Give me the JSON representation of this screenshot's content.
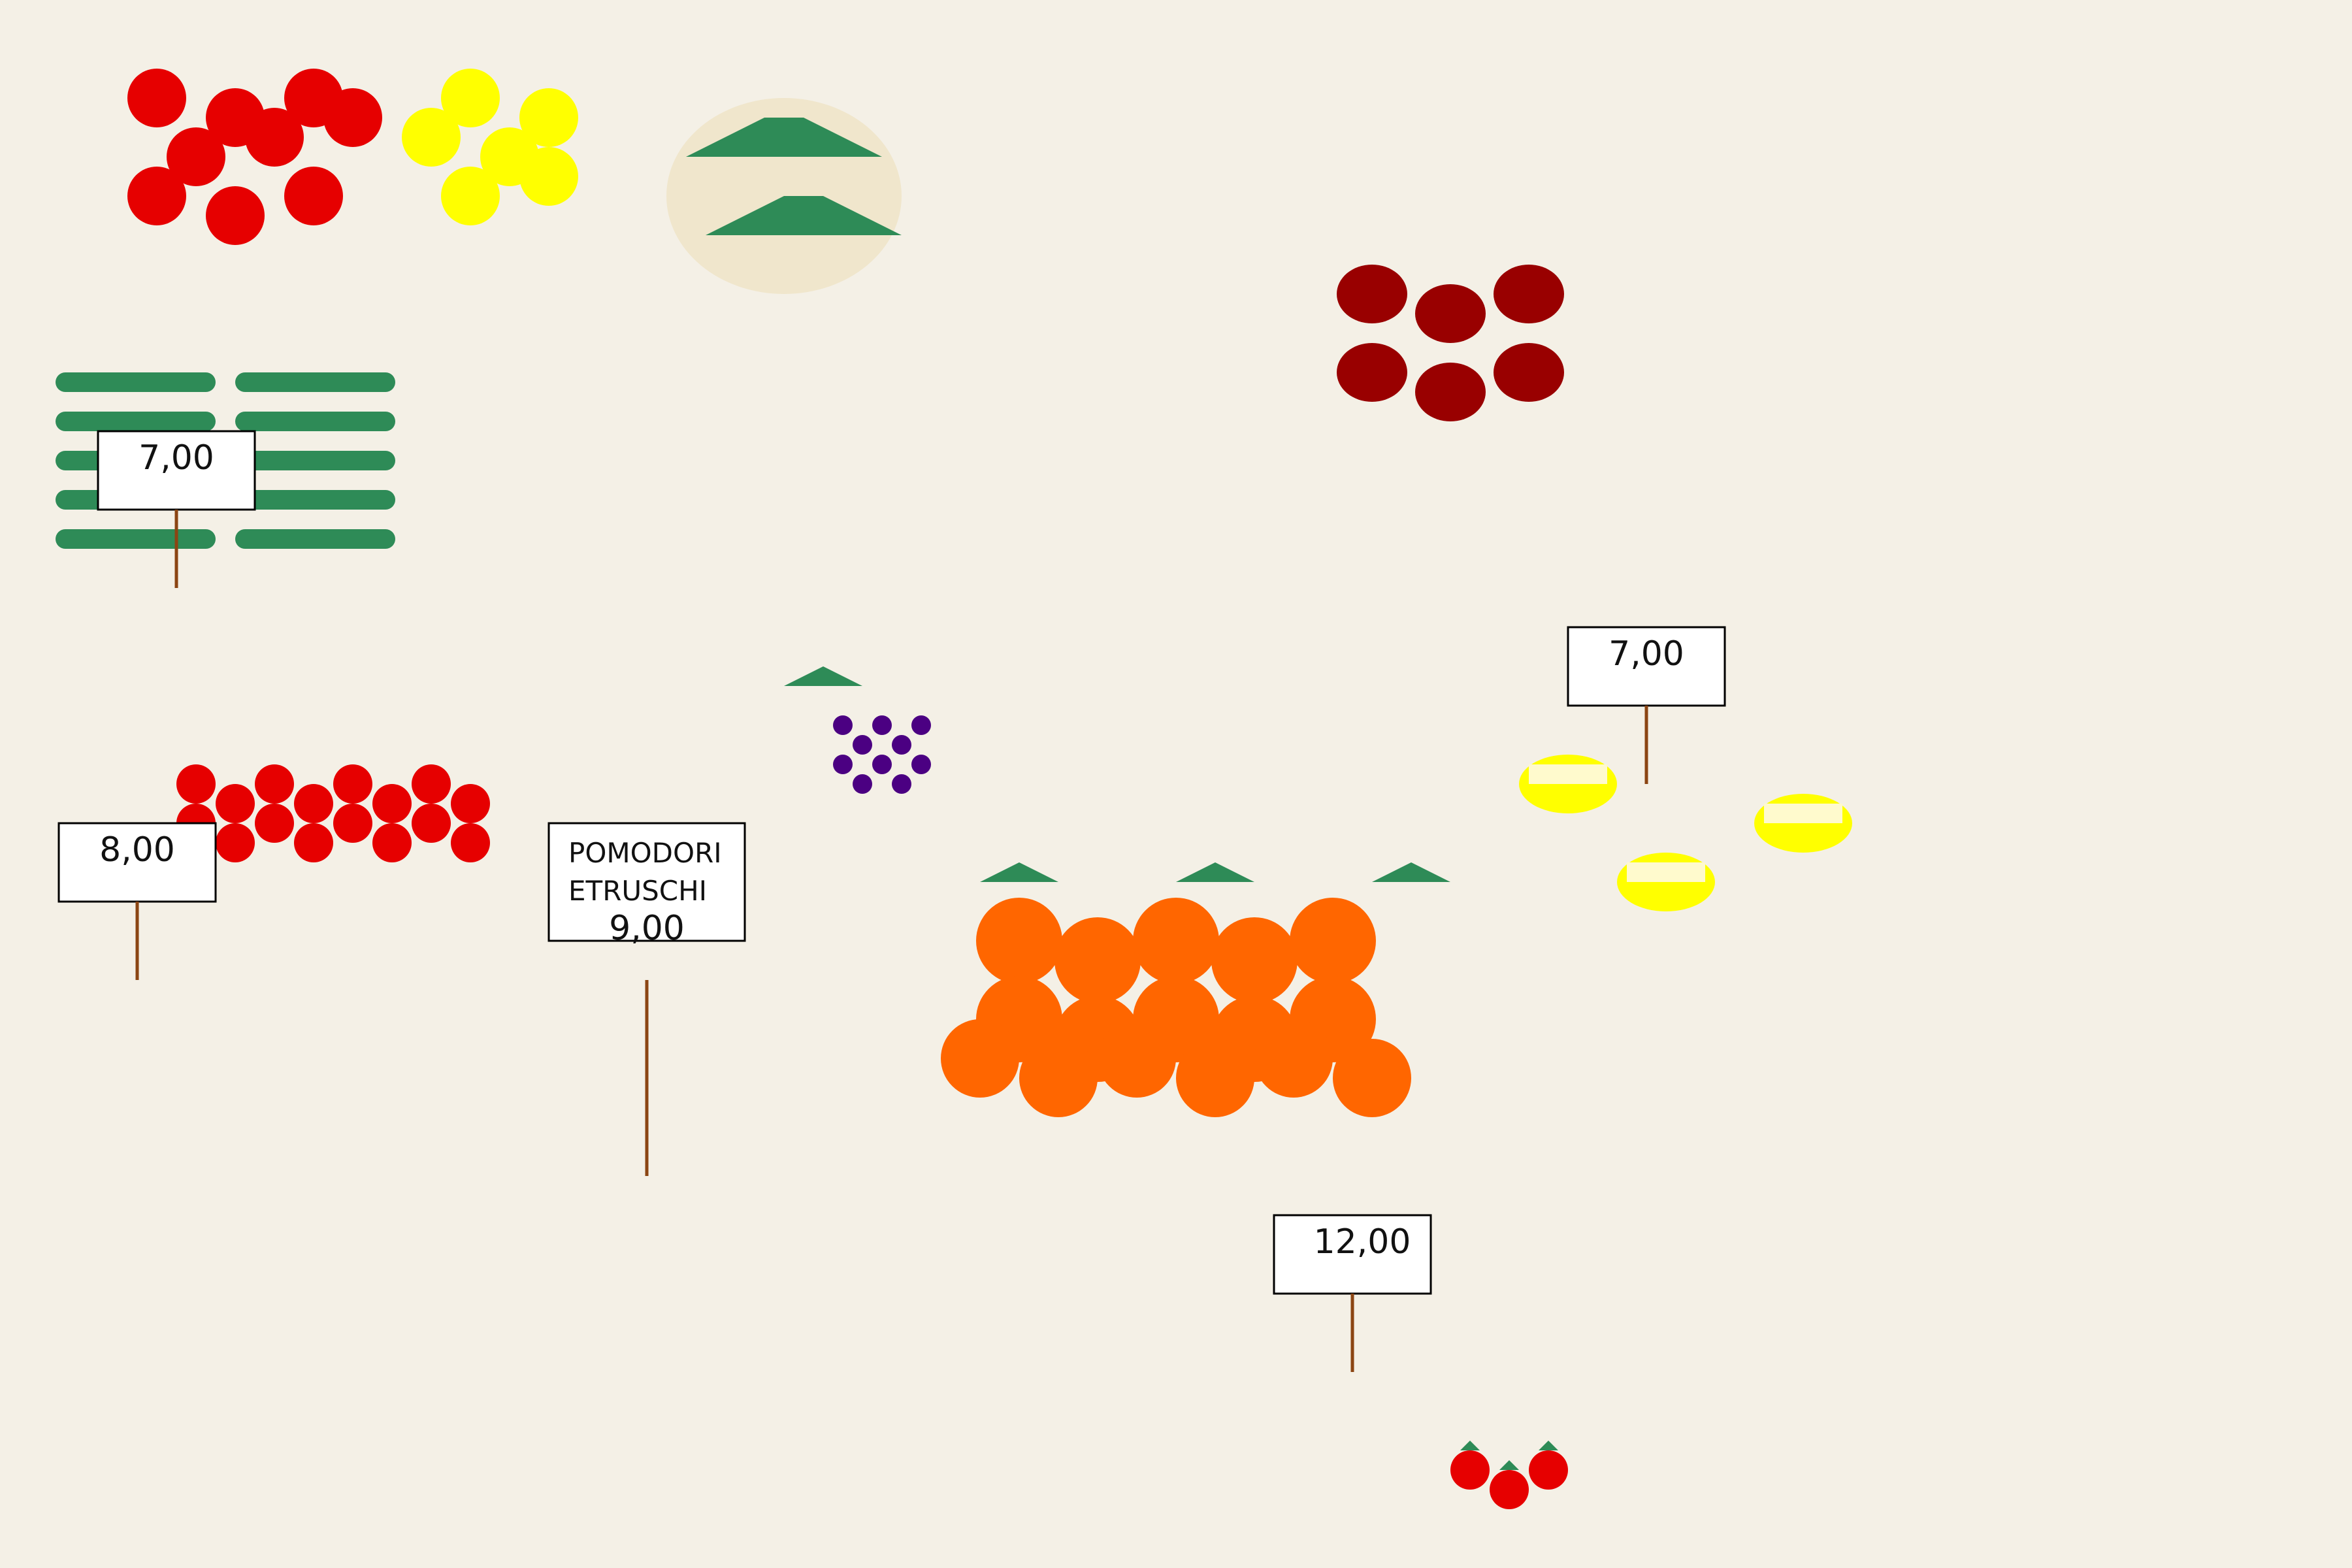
{
  "colors": {
    "background": "#f4f0e6",
    "tomato_red": "#e60000",
    "lemon_yellow": "#ffff00",
    "leaf_green": "#2e8b57",
    "basket_beige": "#f0e6cc",
    "beet_dark_red": "#990000",
    "orange": "#ff6600",
    "grape_purple": "#4b0082",
    "sign_white": "#ffffff",
    "sign_border": "#000000",
    "stake_brown": "#8b4513"
  },
  "signs": {
    "beans": {
      "price": "7,00"
    },
    "tomatoes": {
      "price": "8,00"
    },
    "etruscan": {
      "line1": "POMODORI",
      "line2": "ETRUSCHI",
      "price": "9,00"
    },
    "oranges": {
      "price": "12,00"
    },
    "lemons": {
      "price": "7,00"
    }
  }
}
